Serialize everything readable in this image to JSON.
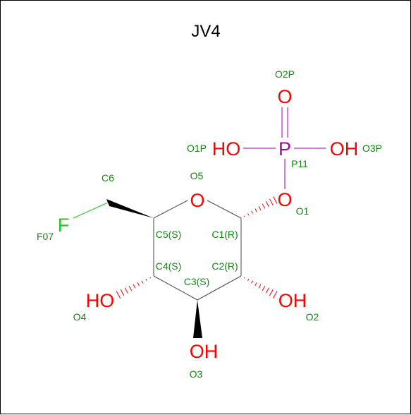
{
  "title": "JV4",
  "colors": {
    "bond": "#4a4a4a",
    "oxygen": "#ff0000",
    "phosphorus": "#aa00aa",
    "fluorine": "#1ec81e",
    "label": "#118811",
    "title": "#000000"
  },
  "atoms": {
    "F07": {
      "symbol": "F",
      "label": "F07"
    },
    "C6": {
      "label": "C6"
    },
    "O5": {
      "symbol": "O",
      "label": "O5"
    },
    "C5": {
      "label": "C5(S)"
    },
    "C1": {
      "label": "C1(R)"
    },
    "C4": {
      "label": "C4(S)"
    },
    "C2": {
      "label": "C2(R)"
    },
    "C3": {
      "label": "C3(S)"
    },
    "O4": {
      "symbol": "HO",
      "label": "O4"
    },
    "O2": {
      "symbol": "OH",
      "label": "O2"
    },
    "O3": {
      "symbol": "OH",
      "label": "O3"
    },
    "O1": {
      "symbol": "O",
      "label": "O1"
    },
    "P11": {
      "symbol": "P",
      "label": "P11"
    },
    "O1P": {
      "symbol": "HO",
      "label": "O1P"
    },
    "O2P": {
      "symbol": "O",
      "label": "O2P"
    },
    "O3P": {
      "symbol": "OH",
      "label": "O3P"
    }
  }
}
